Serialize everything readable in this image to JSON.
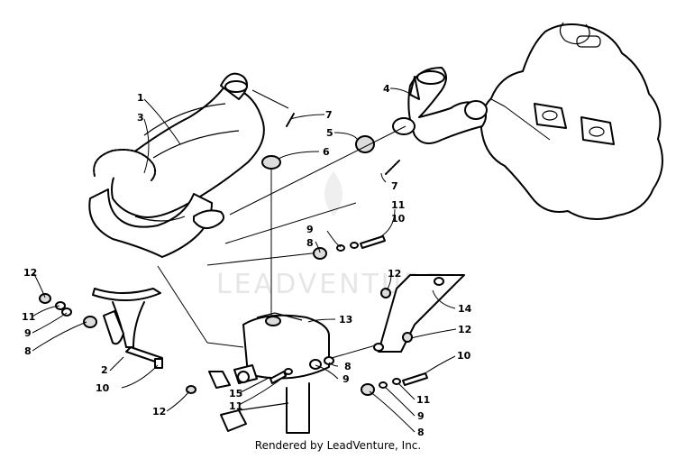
{
  "watermark": "LEADVENTURE",
  "footer": "Rendered by LeadVenture, Inc.",
  "callouts": {
    "c1": "1",
    "c3": "3",
    "c7a": "7",
    "c5": "5",
    "c6": "6",
    "c4": "4",
    "c7b": "7",
    "c11a": "11",
    "c10a": "10",
    "c9a": "9",
    "c8a": "8",
    "c12a": "12",
    "c11b": "11",
    "c9b": "9",
    "c8b": "8",
    "c2": "2",
    "c10b": "10",
    "c13": "13",
    "c12b": "12",
    "c14": "14",
    "c12c": "12",
    "c8c": "8",
    "c9c": "9",
    "c15": "15",
    "c11c": "11",
    "c12d": "12",
    "c10c": "10",
    "c11d": "11",
    "c9d": "9",
    "c8d": "8"
  }
}
